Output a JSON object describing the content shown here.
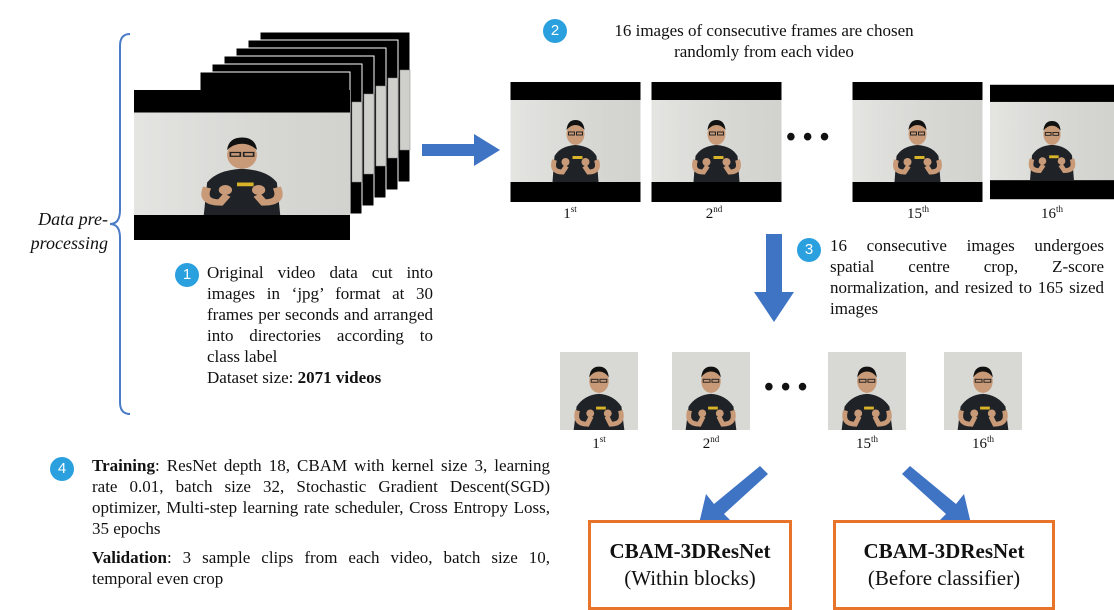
{
  "side_label": "Data pre-\nprocessing",
  "steps": [
    {
      "num": "1",
      "text": "Original video data cut into images in ‘jpg’ format at 30 frames per seconds and arranged into directories according to class label"
    },
    {
      "num": "2",
      "text": "16 images of consecutive frames are chosen randomly from each video"
    },
    {
      "num": "3",
      "text": "16 consecutive images undergoes spatial centre crop, Z-score normalization, and resized to 165 sized images"
    },
    {
      "num": "4"
    }
  ],
  "dataset": {
    "label": "Dataset size: ",
    "value": "2071 videos"
  },
  "ordinals_top": [
    {
      "n": "1",
      "s": "st"
    },
    {
      "n": "2",
      "s": "nd"
    },
    {
      "n": "15",
      "s": "th"
    },
    {
      "n": "16",
      "s": "th"
    }
  ],
  "ordinals_bottom": [
    {
      "n": "1",
      "s": "st"
    },
    {
      "n": "2",
      "s": "nd"
    },
    {
      "n": "15",
      "s": "th"
    },
    {
      "n": "16",
      "s": "th"
    }
  ],
  "ellipsis": "• • •",
  "training": {
    "label": "Training",
    "text": ": ResNet depth 18, CBAM with kernel size 3, learning rate 0.01, batch size 32, Stochastic Gradient Descent(SGD) optimizer, Multi-step learning rate scheduler, Cross Entropy Loss, 35 epochs"
  },
  "validation": {
    "label": "Validation",
    "text": ": 3 sample clips from each video, batch size 10, temporal even crop"
  },
  "outputs": [
    {
      "title": "CBAM-3DResNet",
      "subtitle": "(Within blocks)"
    },
    {
      "title": "CBAM-3DResNet",
      "subtitle": "(Before classifier)"
    }
  ],
  "colors": {
    "badge": "#2aa0de",
    "arrow": "#3f73c4",
    "box_border": "#e8742c"
  }
}
